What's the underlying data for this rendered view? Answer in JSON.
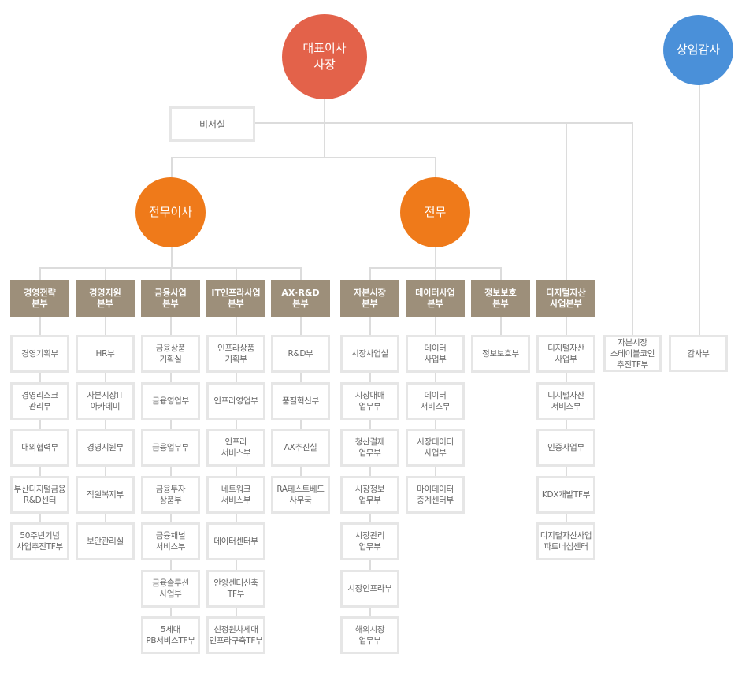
{
  "ceo": "대표이사\n사장",
  "auditor": "상임감사",
  "secretary": "비서실",
  "executives": {
    "vp": "전무이사",
    "md": "전무"
  },
  "headquarters": [
    {
      "name": "경영전략\n본부",
      "departments": [
        "경영기획부",
        "경영리스크\n관리부",
        "대외협력부",
        "부산디지털금융\nR&D센터",
        "50주년기념\n사업추진TF부"
      ]
    },
    {
      "name": "경영지원\n본부",
      "departments": [
        "HR부",
        "자본시장IT\n아카데미",
        "경영지원부",
        "직원복지부",
        "보안관리실"
      ]
    },
    {
      "name": "금융사업\n본부",
      "departments": [
        "금융상품\n기획실",
        "금융영업부",
        "금융업무부",
        "금융투자\n상품부",
        "금융채널\n서비스부",
        "금융솔루션\n사업부",
        "5세대\nPB서비스TF부"
      ]
    },
    {
      "name": "IT인프라사업\n본부",
      "departments": [
        "인프라상품\n기획부",
        "인프라영업부",
        "인프라\n서비스부",
        "네트워크\n서비스부",
        "데이터센터부",
        "안양센터신축\nTF부",
        "신정원차세대\n인프라구축TF부"
      ]
    },
    {
      "name": "AX·R&D\n본부",
      "departments": [
        "R&D부",
        "품질혁신부",
        "AX추진실",
        "RA테스트베드\n사무국"
      ]
    },
    {
      "name": "자본시장\n본부",
      "departments": [
        "시장사업실",
        "시장매매\n업무부",
        "청산결제\n업무부",
        "시장정보\n업무부",
        "시장관리\n업무부",
        "시장인프라부",
        "해외시장\n업무부"
      ]
    },
    {
      "name": "데이터사업\n본부",
      "departments": [
        "데이터\n사업부",
        "데이터\n서비스부",
        "시장데이터\n사업부",
        "마이데이터\n중계센터부"
      ]
    },
    {
      "name": "정보보호\n본부",
      "departments": [
        "정보보호부"
      ]
    },
    {
      "name": "디지털자산\n사업본부",
      "departments": [
        "디지털자산\n사업부",
        "디지털자산\n서비스부",
        "인증사업부",
        "KDX개발TF부",
        "디지털자산사업\n파트너십센터"
      ]
    }
  ],
  "standalone": [
    "자본시장\n스테이블코인\n추진TF부",
    "감사부"
  ]
}
